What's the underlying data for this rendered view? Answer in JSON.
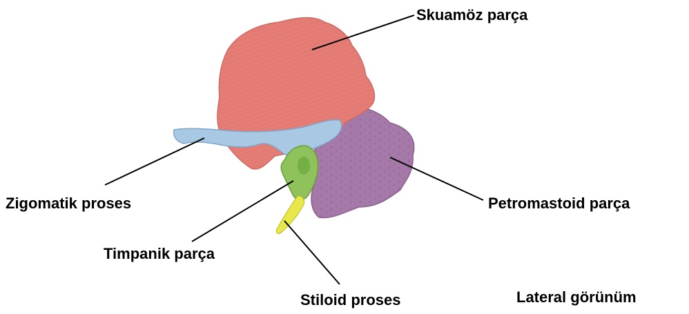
{
  "labels": {
    "squamous": "Skuamöz parça",
    "zygomatic": "Zigomatik proses",
    "petromastoid": "Petromastoid parça",
    "tympanic": "Timpanik parça",
    "styloid": "Stiloid proses",
    "view": "Lateral görünüm"
  },
  "colors": {
    "squamous": "#e57c76",
    "zygomatic": "#a9c8e3",
    "petromastoid": "#a57aa8",
    "tympanic": "#8fc25a",
    "styloid": "#e8e84a",
    "leader": "#000000"
  }
}
